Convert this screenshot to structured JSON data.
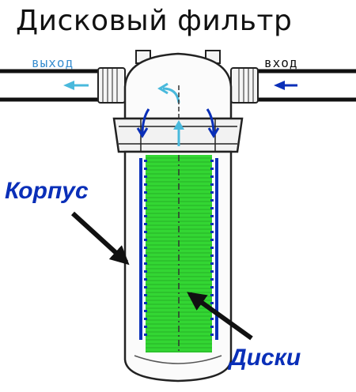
{
  "title": "Дисковый фильтр",
  "labels": {
    "outlet": "выход",
    "inlet": "вход",
    "housing": "Корпус",
    "disks": "Диски"
  },
  "colors": {
    "text": "#111111",
    "label_blue": "#0a2fb8",
    "flow_label": "#3a8fd0",
    "arrow_cyan": "#49b9dc",
    "disk_green": "#33d633",
    "line": "#222222"
  },
  "icons": [
    "flow-arrow-left",
    "flow-arrow-left",
    "flow-arrow-down",
    "flow-arrow-up",
    "pointer-arrow"
  ]
}
